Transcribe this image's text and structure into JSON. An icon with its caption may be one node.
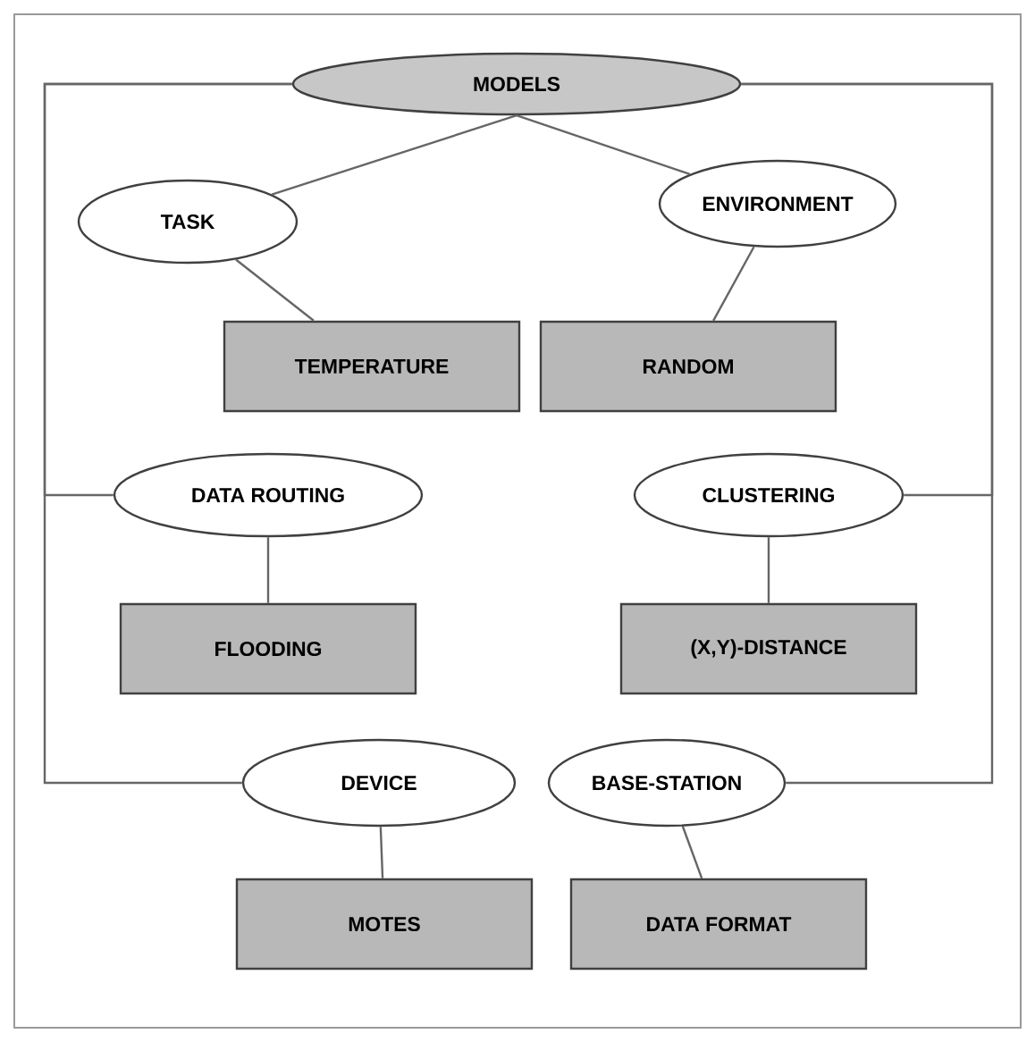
{
  "diagram": {
    "nodes": [
      {
        "text": [
          "MODELS"
        ]
      },
      {
        "text": [
          "TASK"
        ]
      },
      {
        "text": [
          "ENVIRONMENT"
        ]
      },
      {
        "text": [
          "TEMPERATURE"
        ]
      },
      {
        "text": [
          "RANDOM"
        ]
      },
      {
        "text": [
          "DATA ROUTING"
        ]
      },
      {
        "text": [
          "CLUSTERING"
        ]
      },
      {
        "text": [
          "FLOODING"
        ]
      },
      {
        "text": [
          "(X,Y)-DISTANCE"
        ]
      },
      {
        "text": [
          "DEVICE"
        ]
      },
      {
        "text": [
          "BASE-STATION"
        ]
      },
      {
        "text": [
          "MOTES"
        ]
      },
      {
        "text": [
          "DATA FORMAT"
        ]
      }
    ],
    "edges": [
      {
        "from": 0,
        "to": 1,
        "arrow": "none"
      },
      {
        "from": 0,
        "to": 2,
        "arrow": "none"
      },
      {
        "from": 1,
        "to": 3,
        "arrow": "none"
      },
      {
        "from": 2,
        "to": 4,
        "arrow": "none"
      },
      {
        "from": 0,
        "to": 5,
        "arrow": "none"
      },
      {
        "from": 0,
        "to": 6,
        "arrow": "none"
      },
      {
        "from": 5,
        "to": 7,
        "arrow": "none"
      },
      {
        "from": 6,
        "to": 8,
        "arrow": "none"
      },
      {
        "from": 0,
        "to": 9,
        "arrow": "none"
      },
      {
        "from": 0,
        "to": 10,
        "arrow": "none"
      },
      {
        "from": 9,
        "to": 11,
        "arrow": "none"
      },
      {
        "from": 10,
        "to": 12,
        "arrow": "none"
      }
    ]
  }
}
